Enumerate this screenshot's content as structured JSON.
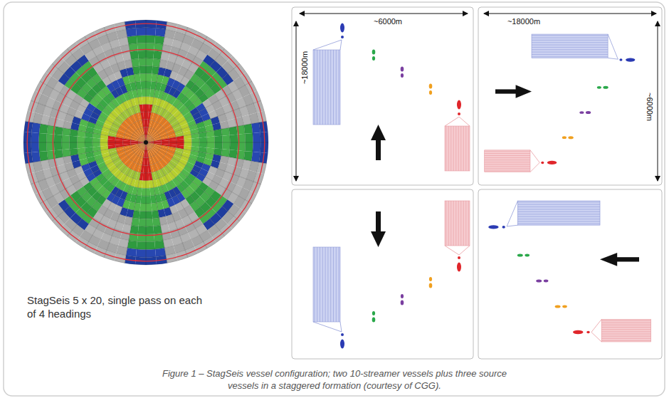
{
  "diagram": {
    "caption": "Figure 1 – StagSeis vessel configuration; two 10-streamer vessels plus three source vessels in a staggered formation (courtesy of CGG).",
    "labels": [
      "StagSeis 5 x 20, single pass on each of 4 headings",
      "~6000m",
      "~18000m",
      "~18000m",
      "~6000m"
    ]
  }
}
